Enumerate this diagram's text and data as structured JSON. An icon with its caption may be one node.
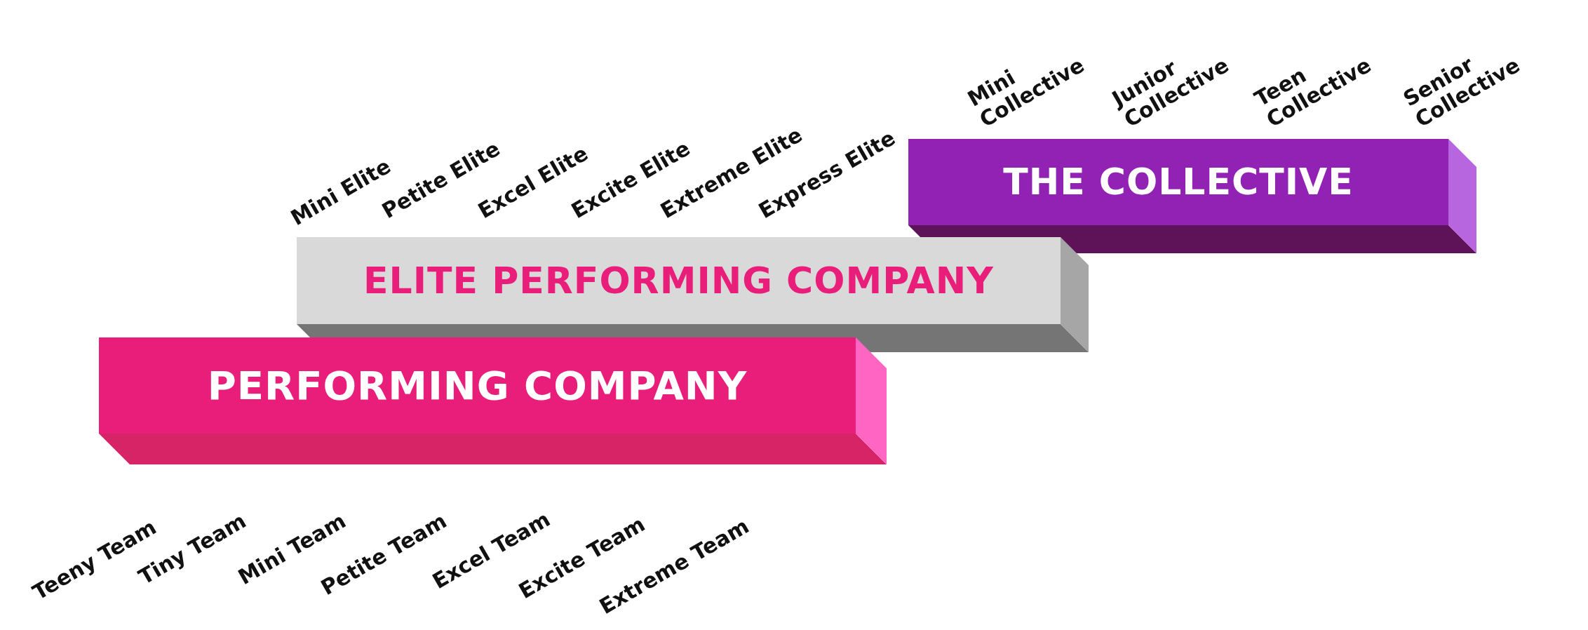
{
  "diagram": {
    "nodes": [
      {
        "text": [
          "THE COLLECTIVE"
        ],
        "beside": [
          "Mini Collective",
          "Junior Collective",
          "Teen Collective",
          "Senior Collective"
        ]
      },
      {
        "text": [
          "ELITE PERFORMING COMPANY"
        ],
        "beside": [
          "Mini Elite",
          "Petite Elite",
          "Excel Elite",
          "Excite Elite",
          "Extreme Elite",
          "Express Elite"
        ]
      },
      {
        "text": [
          "PERFORMING COMPANY"
        ],
        "beside": [
          "Teeny Team",
          "Tiny Team",
          "Mini Team",
          "Petite Team",
          "Excel Team",
          "Excite Team",
          "Extreme Team"
        ]
      }
    ]
  }
}
